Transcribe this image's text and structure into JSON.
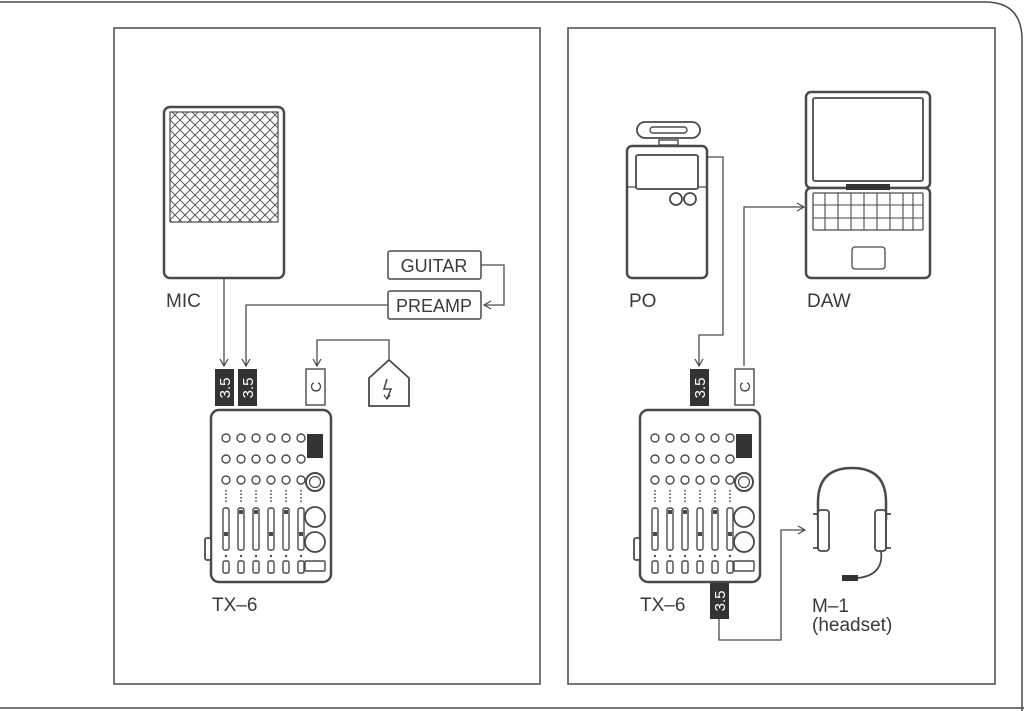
{
  "left_panel": {
    "mic_label": "MIC",
    "guitar_label": "GUITAR",
    "preamp_label": "PREAMP",
    "mixer_label": "TX–6",
    "jack_1": "3.5",
    "jack_2": "3.5",
    "jack_usb": "C"
  },
  "right_panel": {
    "po_label": "PO",
    "daw_label": "DAW",
    "mixer_label": "TX–6",
    "headset_label": "M–1",
    "headset_sublabel": "(headset)",
    "jack_in": "3.5",
    "jack_usb": "C",
    "jack_out": "3.5"
  },
  "colors": {
    "line": "#4a4a4a",
    "jack_fill": "#333333",
    "background": "#ffffff"
  },
  "icons": [
    "microphone-icon",
    "guitar-box",
    "preamp-box",
    "power-adapter-icon",
    "mixer-icon",
    "pocket-operator-icon",
    "laptop-icon",
    "headset-icon"
  ]
}
